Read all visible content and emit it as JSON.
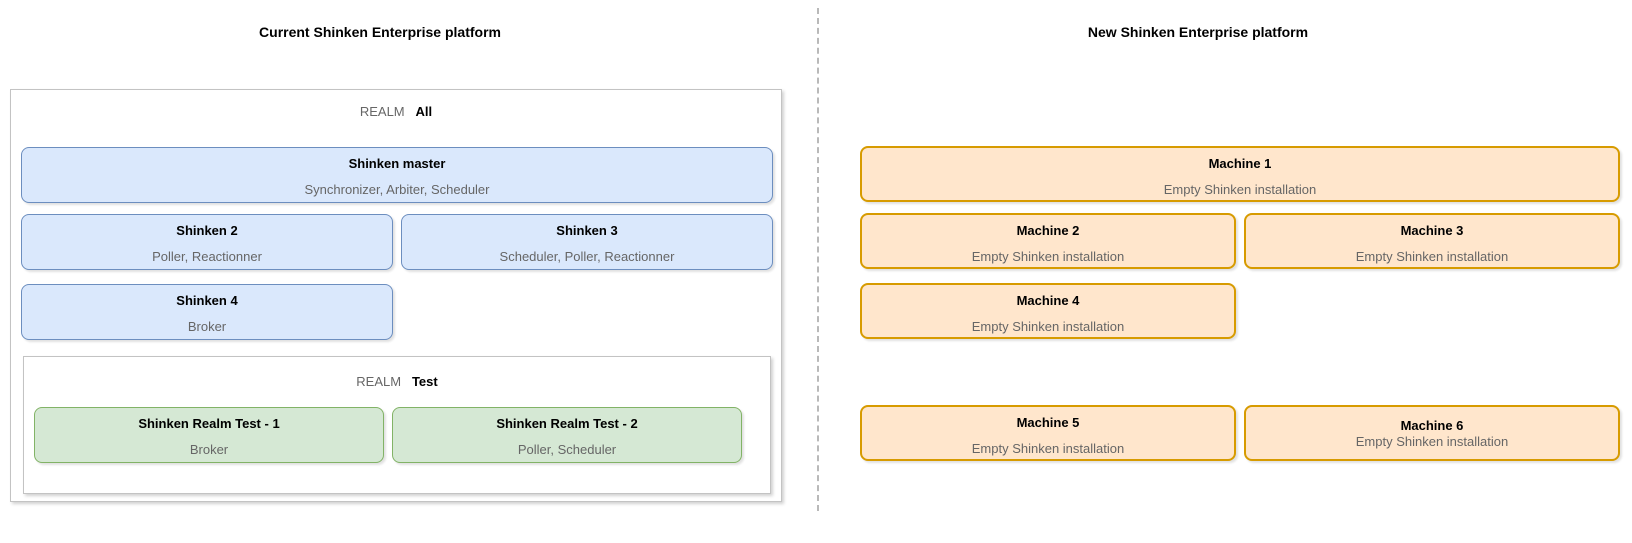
{
  "left": {
    "title": "Current Shinken Enterprise platform",
    "realm_all": {
      "label_prefix": "REALM",
      "label_name": "All",
      "master": {
        "title": "Shinken master",
        "subtitle": "Synchronizer, Arbiter, Scheduler"
      },
      "nodes": [
        {
          "title": "Shinken 2",
          "subtitle": "Poller, Reactionner"
        },
        {
          "title": "Shinken 3",
          "subtitle": "Scheduler, Poller, Reactionner"
        },
        {
          "title": "Shinken 4",
          "subtitle": "Broker"
        }
      ],
      "realm_test": {
        "label_prefix": "REALM",
        "label_name": "Test",
        "nodes": [
          {
            "title": "Shinken Realm Test - 1",
            "subtitle": "Broker"
          },
          {
            "title": "Shinken Realm Test - 2",
            "subtitle": "Poller, Scheduler"
          }
        ]
      }
    }
  },
  "right": {
    "title": "New Shinken Enterprise platform",
    "machines": [
      {
        "title": "Machine 1",
        "subtitle": "Empty Shinken installation"
      },
      {
        "title": "Machine 2",
        "subtitle": "Empty Shinken installation"
      },
      {
        "title": "Machine 3",
        "subtitle": "Empty Shinken installation"
      },
      {
        "title": "Machine 4",
        "subtitle": "Empty Shinken installation"
      },
      {
        "title": "Machine 5",
        "subtitle": "Empty Shinken installation"
      },
      {
        "title": "Machine 6",
        "subtitle": "Empty Shinken installation"
      }
    ]
  },
  "colors": {
    "blue_fill": "#dae8fc",
    "blue_border": "#6c8ebf",
    "green_fill": "#d5e8d4",
    "green_border": "#82b366",
    "orange_fill": "#ffe6cc",
    "orange_border": "#d79b00",
    "realm_border": "#c3c3c3",
    "divider": "#b9b9b9",
    "muted_text": "#666666",
    "title_text": "#000000"
  }
}
